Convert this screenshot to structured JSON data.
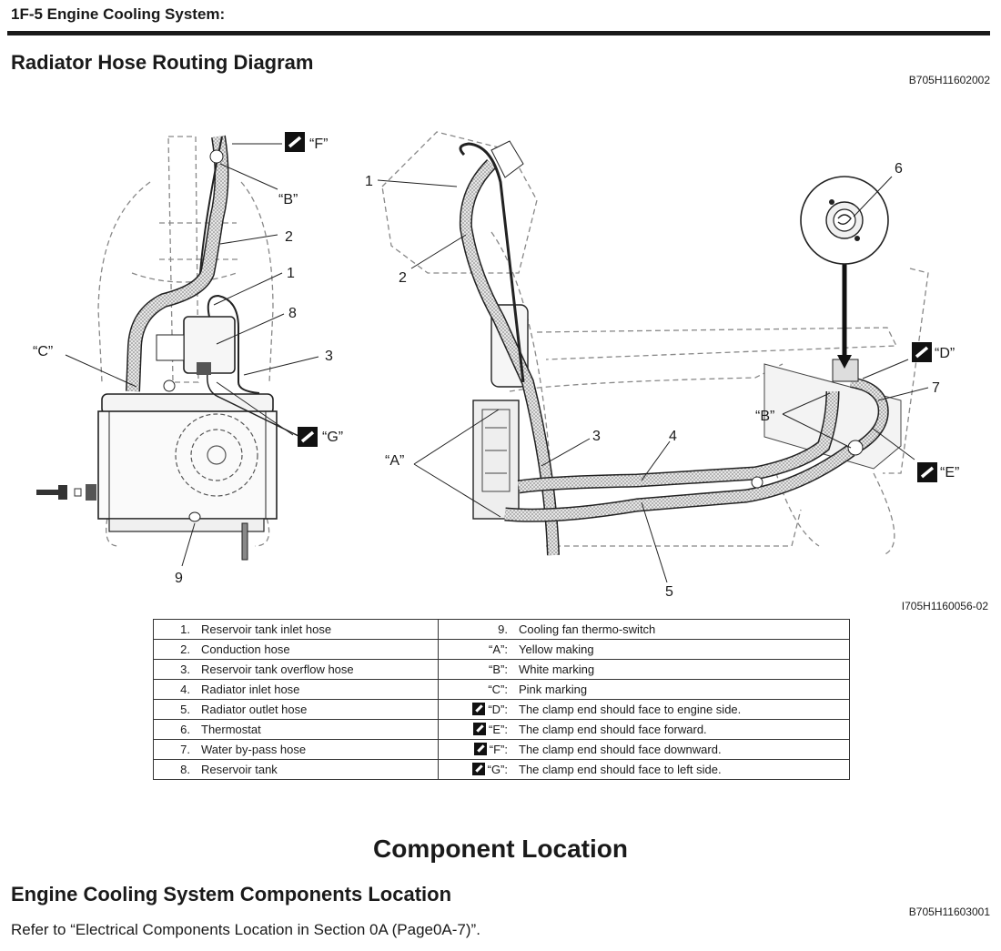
{
  "header": {
    "section": "1F-5   Engine Cooling System:"
  },
  "routing": {
    "title": "Radiator Hose Routing Diagram",
    "code": "B705H11602002"
  },
  "diagram": {
    "image_code": "I705H1160056-02",
    "callouts": {
      "n1_left": "1",
      "n2_left": "2",
      "n8": "8",
      "n3_left": "3",
      "n9": "9",
      "C": "“C”",
      "F": "“F”",
      "B_left": "“B”",
      "G": "“G”",
      "n1_right": "1",
      "n2_right": "2",
      "n3_right": "3",
      "n4": "4",
      "n5": "5",
      "n6": "6",
      "n7": "7",
      "A": "“A”",
      "B_right": "“B”",
      "D": "“D”",
      "E": "“E”"
    }
  },
  "legend": {
    "rows": [
      {
        "left_num": "1.",
        "left_text": "Reservoir tank inlet hose",
        "right_mark": "9.",
        "clamp": false,
        "right_text": "Cooling fan thermo-switch"
      },
      {
        "left_num": "2.",
        "left_text": "Conduction hose",
        "right_mark": "“A”:",
        "clamp": false,
        "right_text": "Yellow making"
      },
      {
        "left_num": "3.",
        "left_text": "Reservoir tank overflow hose",
        "right_mark": "“B”:",
        "clamp": false,
        "right_text": "White marking"
      },
      {
        "left_num": "4.",
        "left_text": "Radiator inlet hose",
        "right_mark": "“C”:",
        "clamp": false,
        "right_text": "Pink marking"
      },
      {
        "left_num": "5.",
        "left_text": "Radiator outlet hose",
        "right_mark": "“D”:",
        "clamp": true,
        "right_text": "The clamp end should face to engine side."
      },
      {
        "left_num": "6.",
        "left_text": "Thermostat",
        "right_mark": "“E”:",
        "clamp": true,
        "right_text": "The clamp end should face forward."
      },
      {
        "left_num": "7.",
        "left_text": "Water by-pass hose",
        "right_mark": "“F”:",
        "clamp": true,
        "right_text": "The clamp end should face downward."
      },
      {
        "left_num": "8.",
        "left_text": "Reservoir tank",
        "right_mark": "“G”:",
        "clamp": true,
        "right_text": "The clamp end should face to left side."
      }
    ]
  },
  "component": {
    "title": "Component Location",
    "subtitle": "Engine Cooling System Components Location",
    "code": "B705H11603001",
    "text": "Refer to “Electrical Components Location in Section 0A (Page0A-7)”."
  }
}
